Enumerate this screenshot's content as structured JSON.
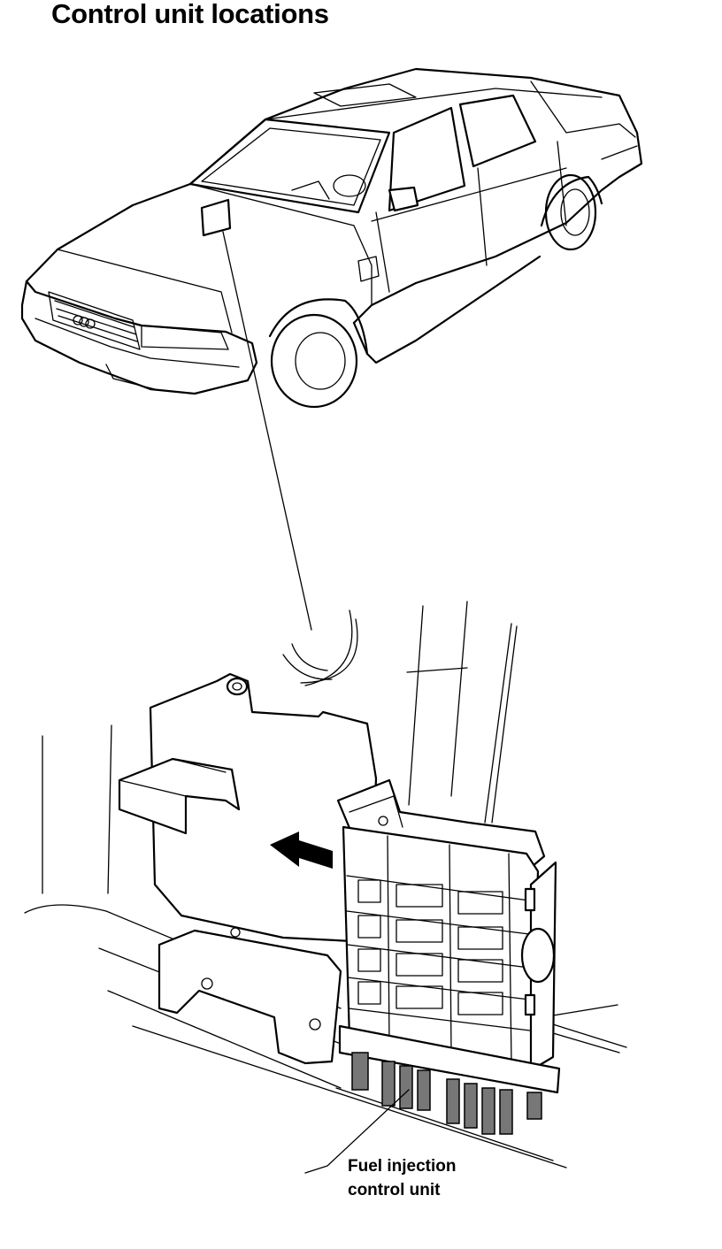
{
  "title": "Control unit locations",
  "callout": {
    "line1": "Fuel injection",
    "line2": "control unit"
  }
}
